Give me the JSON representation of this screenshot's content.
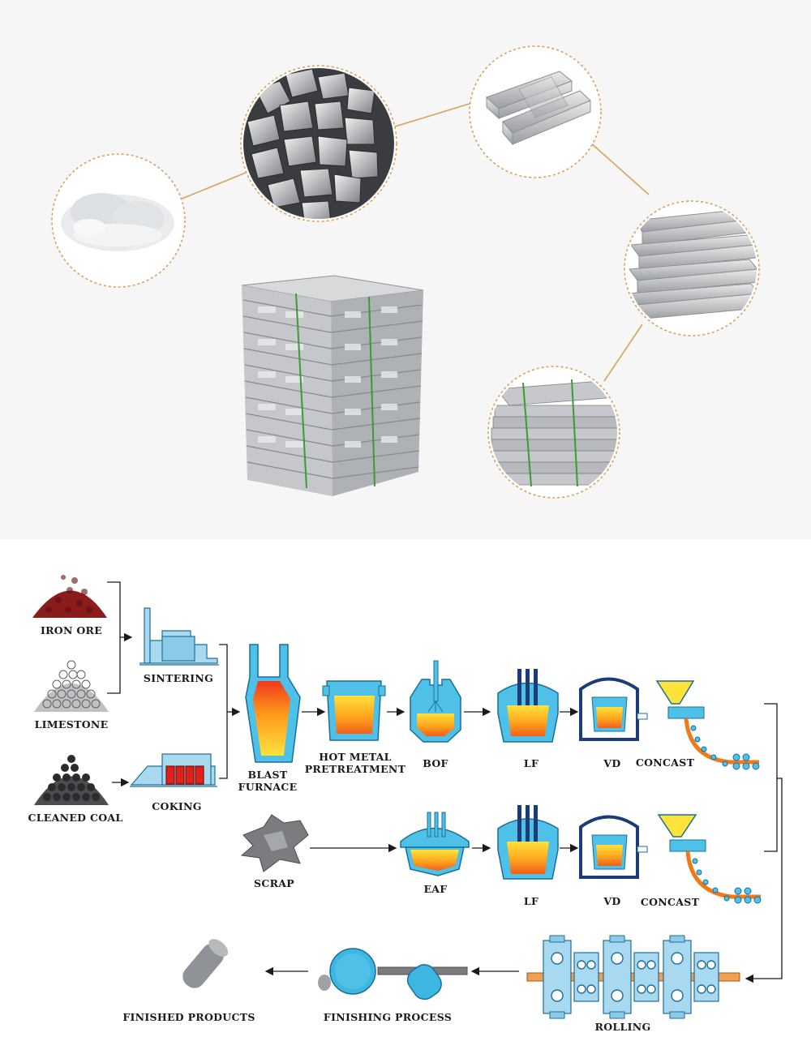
{
  "top": {
    "thumbnails": [
      "powder",
      "lumps",
      "ingot-pair",
      "ingot-stack",
      "bundle"
    ]
  },
  "labels": {
    "iron_ore": "IRON ORE",
    "limestone": "LIMESTONE",
    "cleaned_coal": "CLEANED COAL",
    "sintering": "SINTERING",
    "coking": "COKING",
    "blast_furnace": "BLAST\nFURNACE",
    "hot_metal": "HOT METAL\nPRETREATMENT",
    "bof": "BOF",
    "lf1": "LF",
    "vd1": "VD",
    "concast1": "CONCAST",
    "scrap": "SCRAP",
    "eaf": "EAF",
    "lf2": "LF",
    "vd2": "VD",
    "concast2": "CONCAST",
    "rolling": "ROLLING",
    "finishing": "FINISHING PROCESS",
    "finished": "FINISHED PRODUCTS"
  },
  "colors": {
    "accent_orange": "#d9a15a",
    "equipment_blue": "#3eb6e2",
    "molten_orange": "#f07a1a",
    "molten_yellow": "#ffe23a",
    "coke_red": "#e0201a",
    "ore_red": "#8a1c1c"
  }
}
